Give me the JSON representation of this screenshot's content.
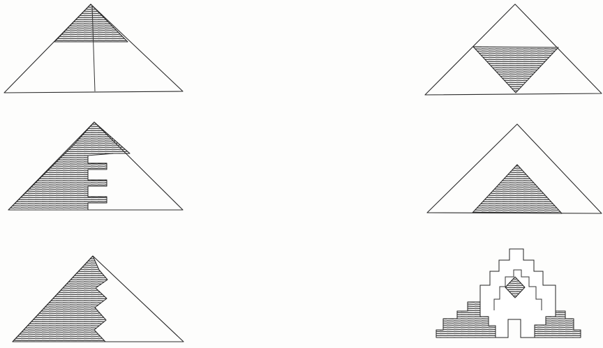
{
  "figures": [
    {
      "name": "triangle-top-hatched-with-vertical-divider",
      "fill_color": "#3a3a3a"
    },
    {
      "name": "triangle-inverted-hatched-center",
      "fill_color": "#3a3a3a"
    },
    {
      "name": "triangle-left-hatched-with-comb-edge",
      "fill_color": "#3a3a3a"
    },
    {
      "name": "triangle-nested-hatched-inner",
      "fill_color": "#3a3a3a"
    },
    {
      "name": "triangle-left-hatched-zigzag-edge",
      "fill_color": "#3a3a3a"
    },
    {
      "name": "stepped-pyramid-with-diamond",
      "fill_color": "#3a3a3a"
    }
  ],
  "colors": {
    "background": "#fdfdfc",
    "ink": "#2a2a2a",
    "hatch": "#3a3a3a"
  }
}
